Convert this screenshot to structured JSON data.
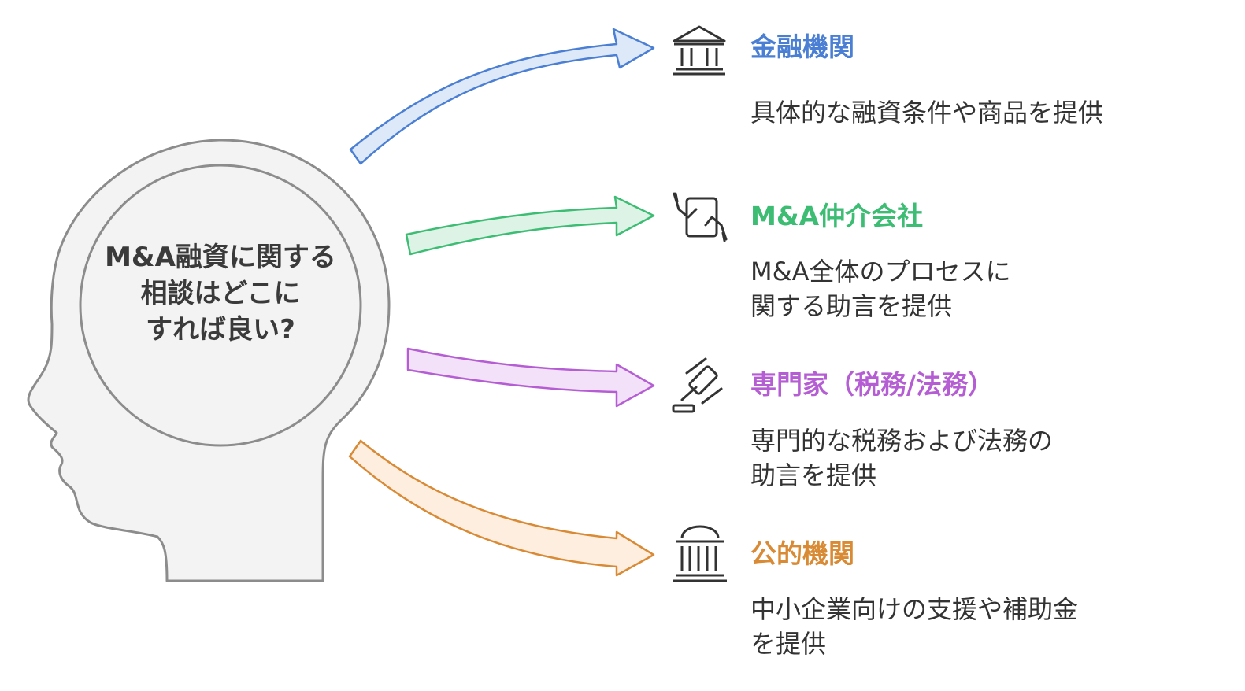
{
  "center": {
    "lines": [
      "M&A融資に関する",
      "相談はどこに",
      "すれば良い?"
    ]
  },
  "branches": [
    {
      "title": "金融機関",
      "description": [
        "具体的な融資条件や商品を提供"
      ],
      "icon": "bank-icon",
      "color": "#4a7fd4"
    },
    {
      "title": "M&A仲介会社",
      "description": [
        "M&A全体のプロセスに",
        "関する助言を提供"
      ],
      "icon": "handshake-document-icon",
      "color": "#3dbd74"
    },
    {
      "title": "専門家（税務/法務）",
      "description": [
        "専門的な税務および法務の",
        "助言を提供"
      ],
      "icon": "gavel-icon",
      "color": "#b55ed4"
    },
    {
      "title": "公的機関",
      "description": [
        "中小企業向けの支援や補助金",
        "を提供"
      ],
      "icon": "government-building-icon",
      "color": "#d98a35"
    }
  ]
}
